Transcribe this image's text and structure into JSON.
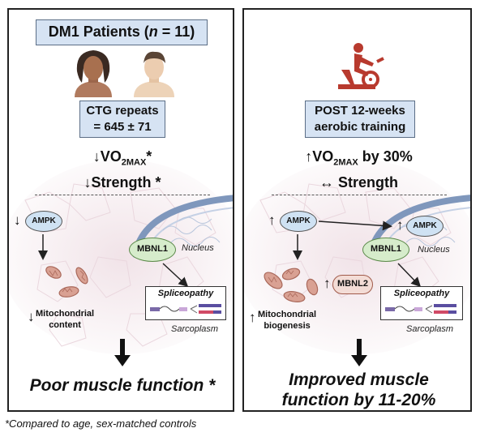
{
  "left": {
    "header_pre": "DM1 Patients (",
    "header_n": "n",
    "header_post": " = 11)",
    "ctg_line1": "CTG repeats",
    "ctg_line2": "= 645 ± 71",
    "vo2_arrow": "↓",
    "vo2_main": "VO",
    "vo2_sub": "2MAX",
    "vo2_star": "*",
    "strength": "↓Strength *",
    "ampk_arrow": "↓",
    "ampk": "AMPK",
    "mbnl1": "MBNL1",
    "nucleus": "Nucleus",
    "spliceopathy": "Spliceopathy",
    "mito_arrow": "↓",
    "mito_line1": "Mitochondrial",
    "mito_line2": "content",
    "sarcoplasm": "Sarcoplasm",
    "result": "Poor muscle function *"
  },
  "right": {
    "header_line1": "POST 12-weeks",
    "header_line2": "aerobic training",
    "vo2_arrow": "↑",
    "vo2_main": "VO",
    "vo2_sub": "2MAX",
    "vo2_suffix": " by 30%",
    "strength": "↔ Strength",
    "ampk_arrow": "↑",
    "ampk": "AMPK",
    "nuc_ampk_arrow": "↑",
    "nuc_ampk": "AMPK",
    "mbnl1": "MBNL1",
    "nucleus": "Nucleus",
    "mbnl2_arrow": "↑",
    "mbnl2": "MBNL2",
    "spliceopathy": "Spliceopathy",
    "mito_arrow": "↑",
    "mito_line1": "Mitochondrial",
    "mito_line2": "biogenesis",
    "sarcoplasm": "Sarcoplasm",
    "result_line1": "Improved muscle",
    "result_line2": "function by 11-20%"
  },
  "footnote": "*Compared to age, sex-matched controls",
  "colors": {
    "box_fill": "#d6e3f3",
    "mito": "#c98a7e",
    "bike": "#b83a2e",
    "tissue": "#f2e6ea"
  },
  "icons": [
    "female-patient-icon",
    "male-patient-icon",
    "cyclist-icon",
    "mitochondria-icon",
    "nucleus-icon",
    "splice-transcript-icon",
    "down-arrow-icon"
  ]
}
